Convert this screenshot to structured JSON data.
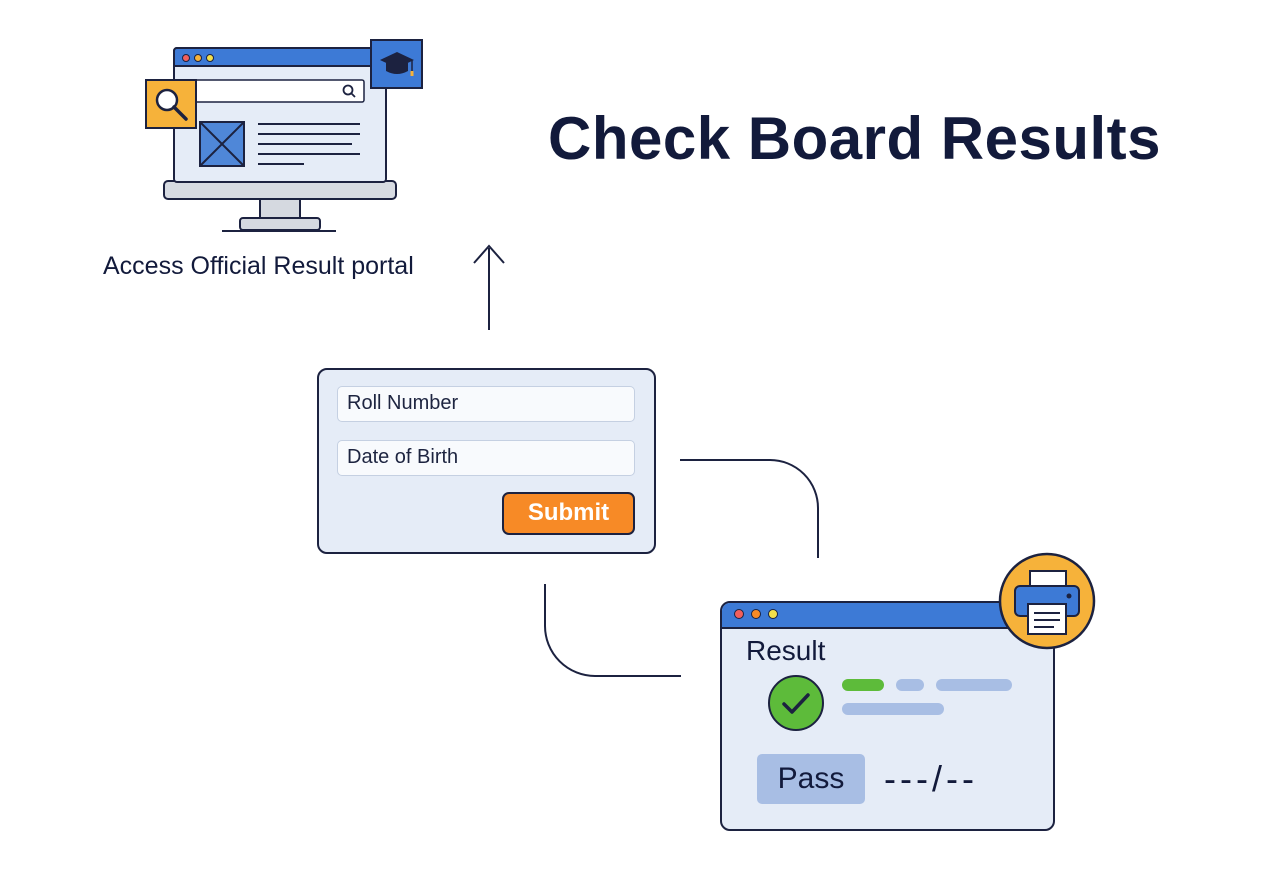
{
  "title": "Check Board Results",
  "caption": "Access Official Result portal",
  "form": {
    "roll_label": "Roll Number",
    "dob_label": "Date of Birth",
    "submit_label": "Submit"
  },
  "result": {
    "heading": "Result",
    "status": "Pass",
    "score": "---/--"
  },
  "colors": {
    "accent_blue": "#3d7ad6",
    "accent_orange": "#f78a26",
    "icon_yellow": "#f6b23a",
    "success_green": "#5dbb3a",
    "ink": "#1c2240"
  },
  "icons": [
    "search-icon",
    "graduation-cap-icon",
    "image-placeholder-icon",
    "check-circle-icon",
    "printer-icon",
    "arrow-up-icon"
  ]
}
